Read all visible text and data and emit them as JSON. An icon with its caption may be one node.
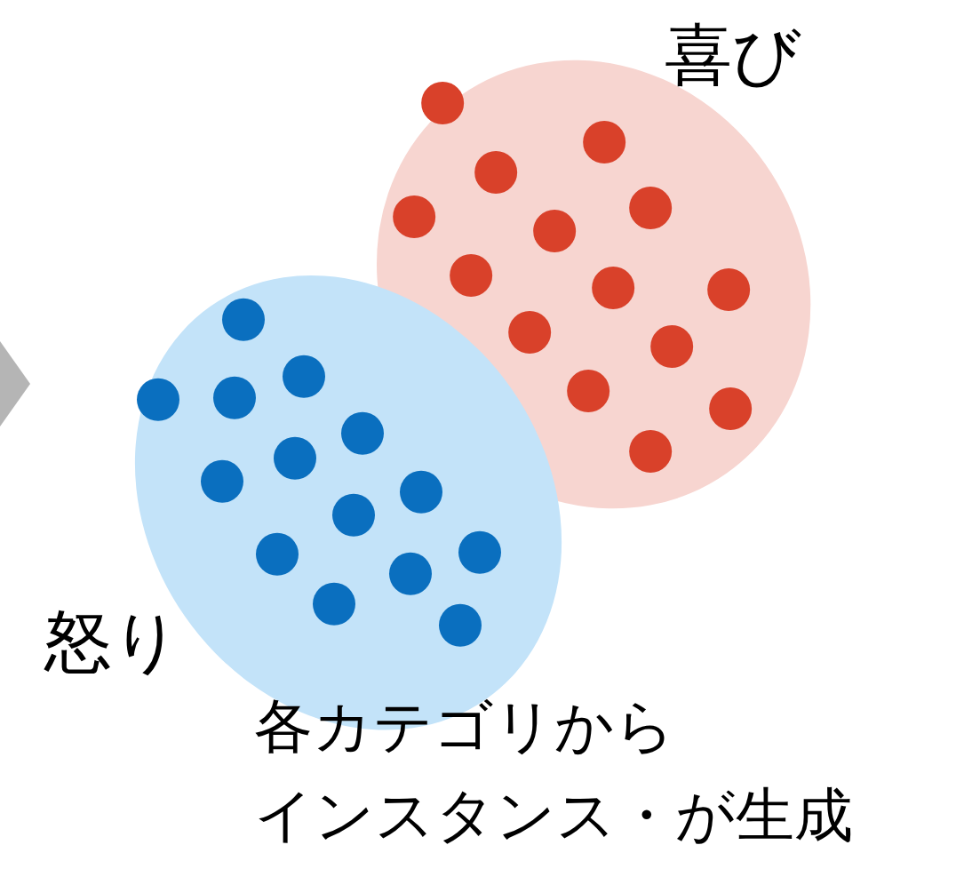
{
  "diagram": {
    "nodes": [
      {
        "text": [
          "喜び"
        ]
      },
      {
        "text": [
          "怒り"
        ]
      }
    ],
    "labels": [
      "各カテゴリから",
      "インスタンス・が生成"
    ]
  }
}
